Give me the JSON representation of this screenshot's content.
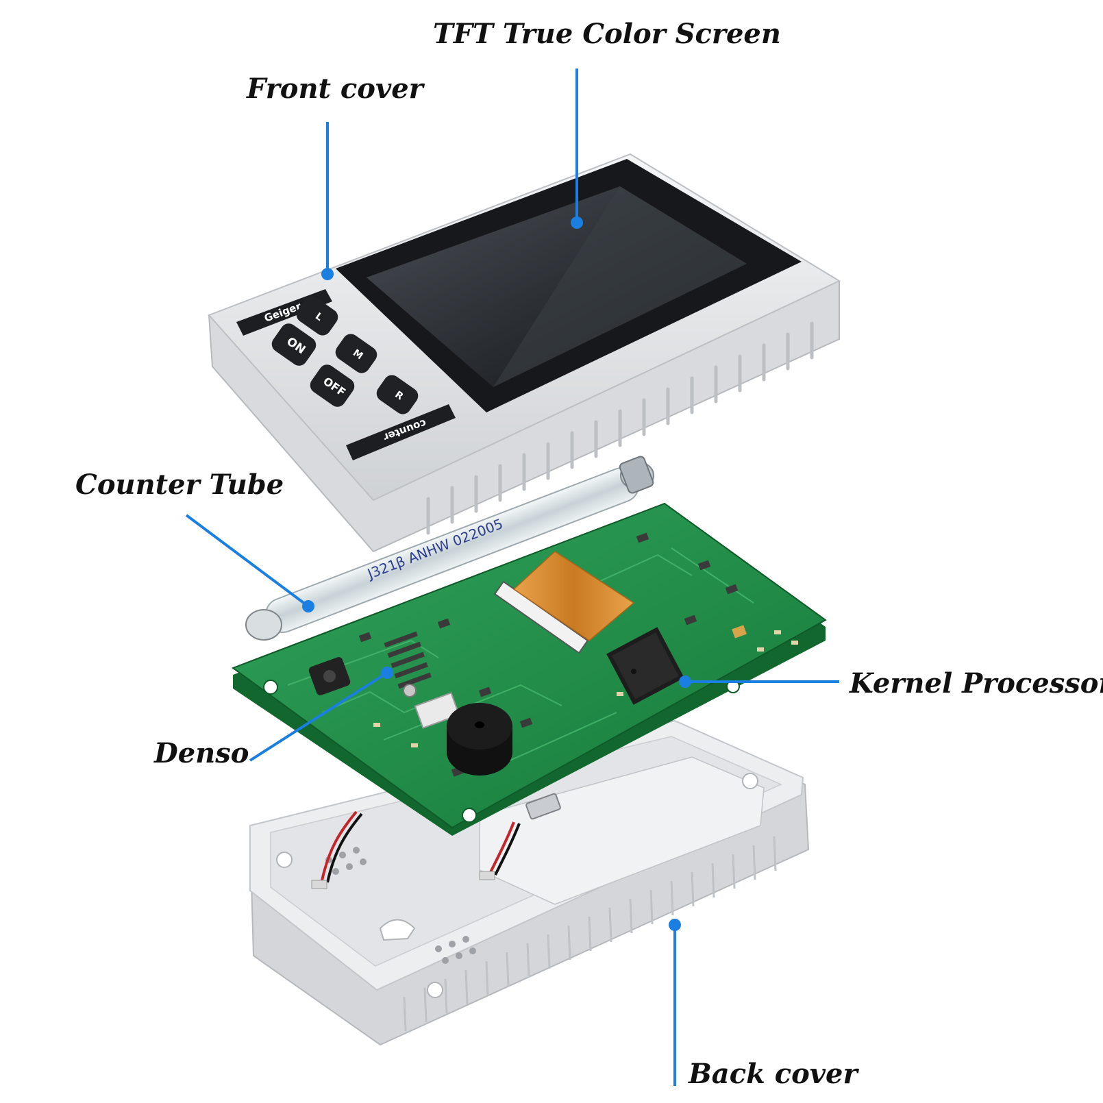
{
  "labels": {
    "screen": "TFT True Color Screen",
    "front_cover": "Front cover",
    "counter_tube": "Counter Tube",
    "kernel_processor": "Kernel Processor",
    "denso": "Denso",
    "back_cover": "Back cover"
  },
  "device": {
    "brand_top": "Geiger",
    "brand_bottom": "counter",
    "buttons": {
      "on": "ON",
      "off": "OFF",
      "l": "L",
      "m": "M",
      "r": "R"
    },
    "tube_marking": "J321β  ANHW 022005"
  },
  "colors": {
    "leader_line": "#1a7fe0",
    "pcb": "#1f8f45",
    "shell": "#e6e7e9",
    "screen": "#1b1e22",
    "flex_cable": "#d88a2a"
  },
  "icons": {
    "callout_point": "leader-dot-icon"
  }
}
